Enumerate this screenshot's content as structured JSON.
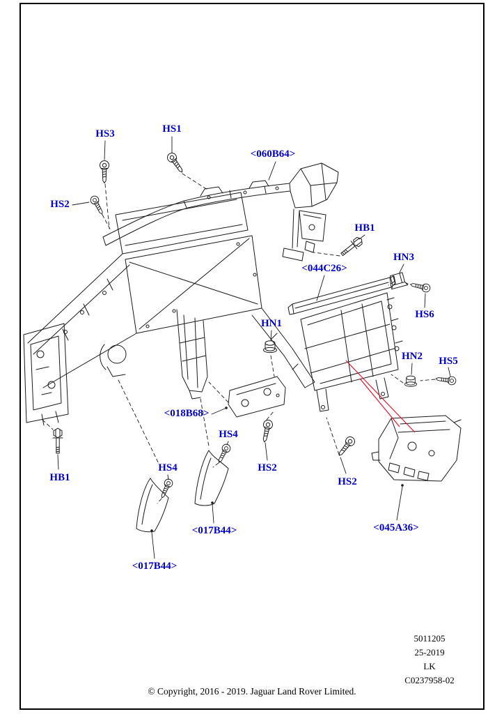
{
  "colors": {
    "label": "#0000cd",
    "line": "#1a1a1a",
    "highlight": "#e8112d"
  },
  "labels": [
    {
      "id": "hs3",
      "text": "HS3"
    },
    {
      "id": "hs1",
      "text": "HS1"
    },
    {
      "id": "p060b64",
      "text": "<060B64>"
    },
    {
      "id": "hs2-upper",
      "text": "HS2"
    },
    {
      "id": "hb1-upper",
      "text": "HB1"
    },
    {
      "id": "hn3",
      "text": "HN3"
    },
    {
      "id": "p044c26",
      "text": "<044C26>"
    },
    {
      "id": "hs6",
      "text": "HS6"
    },
    {
      "id": "hn1",
      "text": "HN1"
    },
    {
      "id": "hn2",
      "text": "HN2"
    },
    {
      "id": "hs5",
      "text": "HS5"
    },
    {
      "id": "p018b68",
      "text": "<018B68>"
    },
    {
      "id": "hs4-right",
      "text": "HS4"
    },
    {
      "id": "hs2-middle",
      "text": "HS2"
    },
    {
      "id": "hs4-left",
      "text": "HS4"
    },
    {
      "id": "hb1-lower",
      "text": "HB1"
    },
    {
      "id": "hs2-lower",
      "text": "HS2"
    },
    {
      "id": "p017b44-right",
      "text": "<017B44>"
    },
    {
      "id": "p045a36",
      "text": "<045A36>"
    },
    {
      "id": "p017b44-left",
      "text": "<017B44>"
    }
  ],
  "reference_block": {
    "lines": [
      "5011205",
      "25-2019",
      "LK",
      "C0237958-02"
    ]
  },
  "footer": {
    "copyright": "© Copyright, 2016 - 2019. Jaguar Land Rover Limited."
  }
}
